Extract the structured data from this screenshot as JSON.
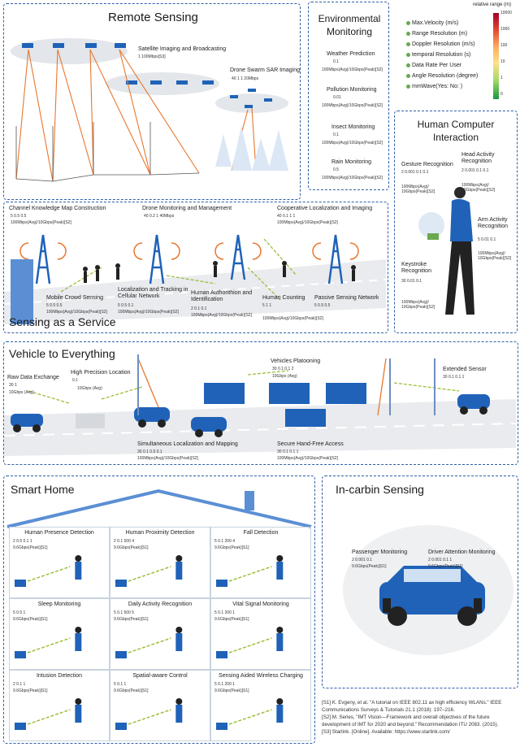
{
  "panels": {
    "remote_sensing": "Remote Sensing",
    "environmental_monitoring": "Environmental Monitoring",
    "human_computer_interaction": "Human Computer Interaction",
    "sensing_as_a_service": "Sensing as a Service",
    "vehicle_to_everything": "Vehicle to Everything",
    "smart_home": "Smart Home",
    "in_cabin_sensing": "In-carbin Sensing"
  },
  "legend": {
    "colorbar_title": "relative range (m)",
    "ticks": [
      "10000",
      "1000",
      "100",
      "10",
      "1",
      "0"
    ],
    "colors": [
      "#a50026",
      "#e34a33",
      "#fdae61",
      "#fee08b",
      "#a6d96a",
      "#1a9641"
    ],
    "items": [
      {
        "icon": "velocity-icon",
        "label": "Max.Velocity (m/s)"
      },
      {
        "icon": "range-resolution-icon",
        "label": "Range Resolution (m)"
      },
      {
        "icon": "doppler-resolution-icon",
        "label": "Doppler Resolution (m/s)"
      },
      {
        "icon": "temporal-resolution-icon",
        "label": "temporal Resolution (s)"
      },
      {
        "icon": "data-rate-icon",
        "label": "Data Rate Per User"
      },
      {
        "icon": "angle-resolution-icon",
        "label": "Angle Resolution (degree)"
      },
      {
        "icon": "mmwave-icon",
        "label": "mmWave(Yes:  No: )"
      }
    ]
  },
  "remote_sensing": {
    "satellite": {
      "title": "Satellite Imaging and Broadcasting",
      "metrics": "1    100Mbps[S3]"
    },
    "drone_sar": {
      "title": "Drone Swarm SAR Imaging",
      "metrics": "40    1    1    20Mbps"
    }
  },
  "environmental": {
    "weather": {
      "title": "Weather Prediction",
      "metrics": "0.1",
      "rate": "100Mbps(Avg)/10Gbps(Peak)[S2]"
    },
    "pollution": {
      "title": "Pollution Monitoring",
      "metrics": "0.01",
      "rate": "100Mbps(Avg)/10Gbps(Peak)[S2]"
    },
    "insect": {
      "title": "Insect Monitoring",
      "metrics": "0.1",
      "rate": "100Mbps(Avg)/10Gbps(Peak)[S2]"
    },
    "rain": {
      "title": "Rain Monitoring",
      "metrics": "0.5",
      "rate": "100Mbps(Avg)/10Gbps(Peak)[S2]"
    }
  },
  "hci": {
    "gesture": {
      "title": "Gesture Recognition",
      "metrics": "2    0.001    0.1    0.1",
      "rate": "100Mbps(Avg)/ 10Gbps(Peak)[S2]"
    },
    "head": {
      "title": "Head Activity Recognition",
      "metrics": "2    0.001    0.1    0.1",
      "rate": "100Mbps(Avg)/ 10Gbps(Peak)[S2]"
    },
    "arm": {
      "title": "Arm Activity Recognition",
      "metrics": "5    0.01    0.1",
      "rate": "100Mbps(Avg)/ 10Gbps(Peak)[S2]"
    },
    "keystroke": {
      "title": "Keystroke Recognition",
      "metrics": "30    0.01    0.1",
      "rate": "100Mbps(Avg)/ 10Gbps(Peak)[S2]"
    }
  },
  "saas": {
    "channel": {
      "title": "Channel Knowledge Map Construction",
      "metrics": "5    0.5    0.5",
      "rate": "100Mbps(Avg)/10Gbps(Peak)[S2]"
    },
    "drone": {
      "title": "Drone Monitoring and Management",
      "metrics": "40    0.2    1    40Mbps"
    },
    "coop": {
      "title": "Cooperative Localization and Imaging",
      "metrics": "40    0.1    1    1",
      "rate": "100Mbps(Avg)/10Gbps(Peak)[S2]"
    },
    "crowd": {
      "title": "Mobile Crowd Sensing",
      "metrics": "5    0.5    0.5",
      "rate": "100Mbps(Avg)/10Gbps(Peak)[S2]"
    },
    "localization": {
      "title": "Localization and Tracking in Cellular Network",
      "metrics": "5    0.5    0.1",
      "rate": "100Mbps(Avg)/10Gbps(Peak)[S2]"
    },
    "auth": {
      "title": "Human Authorithion and Identification",
      "metrics": "2    0.1    0.1",
      "rate": "100Mbps(Avg)/10Gbps(Peak)[S2]"
    },
    "counting": {
      "title": "Human Counting",
      "metrics": "5    1    1",
      "rate": "100Mbps(Avg)/10Gbps(Peak)[S2]"
    },
    "passive": {
      "title": "Passive Sensing Network",
      "metrics": "5    0.5    0.5",
      "rate": "100Mbps(Avg)/10Gbps(Peak)[S2]"
    }
  },
  "v2x": {
    "raw": {
      "title": "Raw Data Exchange",
      "metrics": "30    1",
      "rate": "10Gbps (Avg)"
    },
    "hpl": {
      "title": "High Precision Location",
      "metrics": "0.1",
      "rate": "10Gbps (Avg)"
    },
    "platoon": {
      "title": "Vehicles Platooning",
      "metrics": "30    0.1    0.1    2",
      "rate": "10Gbps (Avg)"
    },
    "extended": {
      "title": "Extended Sensor",
      "metrics": "30    0.1    0.1    1",
      "rate": "10Gbps (Avg)"
    },
    "slam": {
      "title": "Simultaneous Localization and Mapping",
      "metrics": "30    0.1    0.5    0.1",
      "rate": "100Mbps(Avg)/10Gbps(Peak)[S2]"
    },
    "handsfree": {
      "title": "Secure Hand-Free Access",
      "metrics": "30    0.1    0.1    1",
      "rate": "100Mbps(Avg)/10Gbps(Peak)[S2]"
    }
  },
  "smart_home": {
    "cells": [
      {
        "title": "Human Presence Detection",
        "metrics": "2    0.5    0.1    1",
        "rate": "9.6Gbps(Peak)[S1]"
      },
      {
        "title": "Human Proximity Detection",
        "metrics": "2    0.1    500    4",
        "rate": "9.6Gbps(Peak)[S1]"
      },
      {
        "title": "Fall Detection",
        "metrics": "5    0.1    200    4",
        "rate": "9.6Gbps(Peak)[S1]"
      },
      {
        "title": "Sleep Monitoring",
        "metrics": "5    0.5    1",
        "rate": "9.6Gbps(Peak)[S1]"
      },
      {
        "title": "Daily Activity Recognition",
        "metrics": "5    0.1    500    5",
        "rate": "9.6Gbps(Peak)[S1]"
      },
      {
        "title": "Vital Signal Monitoring",
        "metrics": "5    0.1    200    1",
        "rate": "9.6Gbps(Peak)[S1]"
      },
      {
        "title": "Intusion Detection",
        "metrics": "2    0.1    1",
        "rate": "9.6Gbps(Peak)[S1]"
      },
      {
        "title": "Spatial-aware Control",
        "metrics": "5    0.1    1",
        "rate": "9.6Gbps(Peak)[S1]"
      },
      {
        "title": "Sensing Aided Wireless Charging",
        "metrics": "5    0.1    200    1",
        "rate": "9.6Gbps(Peak)[S1]"
      }
    ]
  },
  "in_cabin": {
    "passenger": {
      "title": "Passenger Monitoring",
      "metrics": "2    0.001    0.1",
      "rate": "9.6Gbps(Peak)[S1]"
    },
    "driver": {
      "title": "Driver Attention Monitoring",
      "metrics": "2    0.001    0.1    1",
      "rate": "9.6Gbps(Peak)[S1]"
    }
  },
  "references": [
    "[S1] K. Evgeny, et al. \"A tutorial on IEEE 802.11 ax high efficiency WLANs.\" IEEE Communications Surveys & Tutorials 21.1 (2018): 197–216.",
    "[S2] M. Series, \"IMT Vision—Framework and overall objectives of the future development of IMT for 2020 and beyond.\" Recommendation ITU 2083. (2015).",
    "[S3] Starlink. [Online]. Available: https://www.starlink.com/"
  ]
}
